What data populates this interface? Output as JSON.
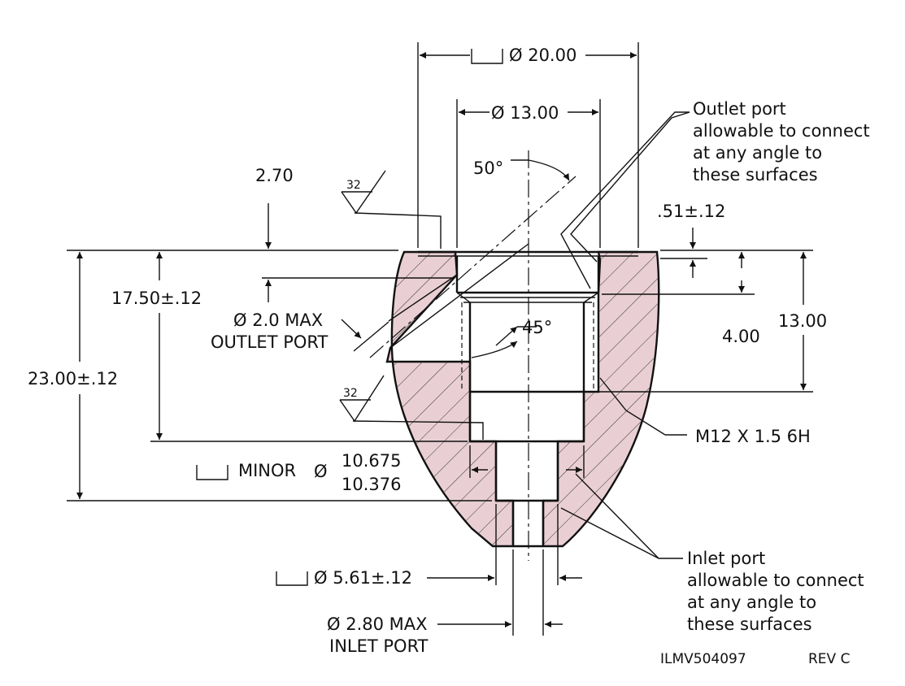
{
  "colors": {
    "section_fill": "#e9cfd3",
    "line": "#111111"
  },
  "dimensions": {
    "dia_20": "Ø 20.00",
    "dia_13": "Ø 13.00",
    "angle_50": "50°",
    "depth_2_70": "2.70",
    "surface_finish_1": "32",
    "surface_finish_2": "32",
    "tol_051": ".51±.12",
    "dim_17_50": "17.50±.12",
    "outlet_dia": "Ø 2.0 MAX",
    "outlet_port": "OUTLET PORT",
    "angle_45": "45°",
    "dim_4_00": "4.00",
    "dim_13_00": "13.00",
    "dim_23_00": "23.00±.12",
    "thread": "M12 X 1.5 6H",
    "minor_label": "MINOR",
    "minor_dia_symbol": "Ø",
    "minor_upper": "10.675",
    "minor_lower": "10.376",
    "dia_5_61": "Ø 5.61±.12",
    "inlet_dia": "Ø 2.80 MAX",
    "inlet_port": "INLET PORT"
  },
  "notes": {
    "outlet_note": [
      "Outlet port",
      "allowable to connect",
      "at any angle to",
      "these surfaces"
    ],
    "inlet_note": [
      "Inlet port",
      "allowable to connect",
      "at any angle to",
      "these surfaces"
    ]
  },
  "title_block": {
    "drawing_number": "ILMV504097",
    "revision": "REV C"
  }
}
